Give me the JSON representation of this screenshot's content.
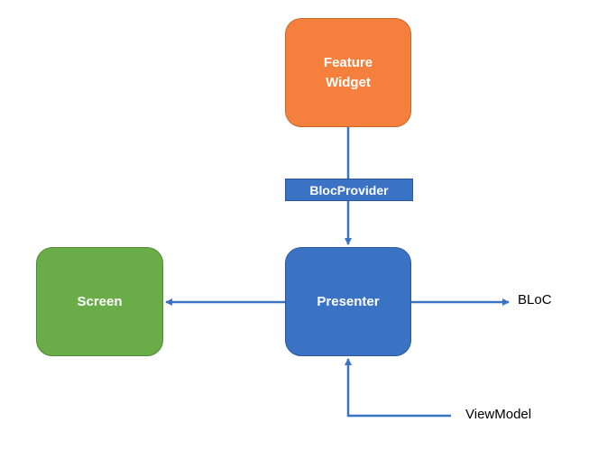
{
  "nodes": {
    "feature_widget": "Feature\nWidget",
    "bloc_provider": "BlocProvider",
    "screen": "Screen",
    "presenter": "Presenter",
    "bloc": "BLoC",
    "view_model": "ViewModel"
  },
  "colors": {
    "feature_widget": "#f5803e",
    "screen": "#6aad48",
    "presenter": "#3a72c4",
    "bloc_provider": "#3a72c4",
    "connector": "#3a72c4"
  }
}
